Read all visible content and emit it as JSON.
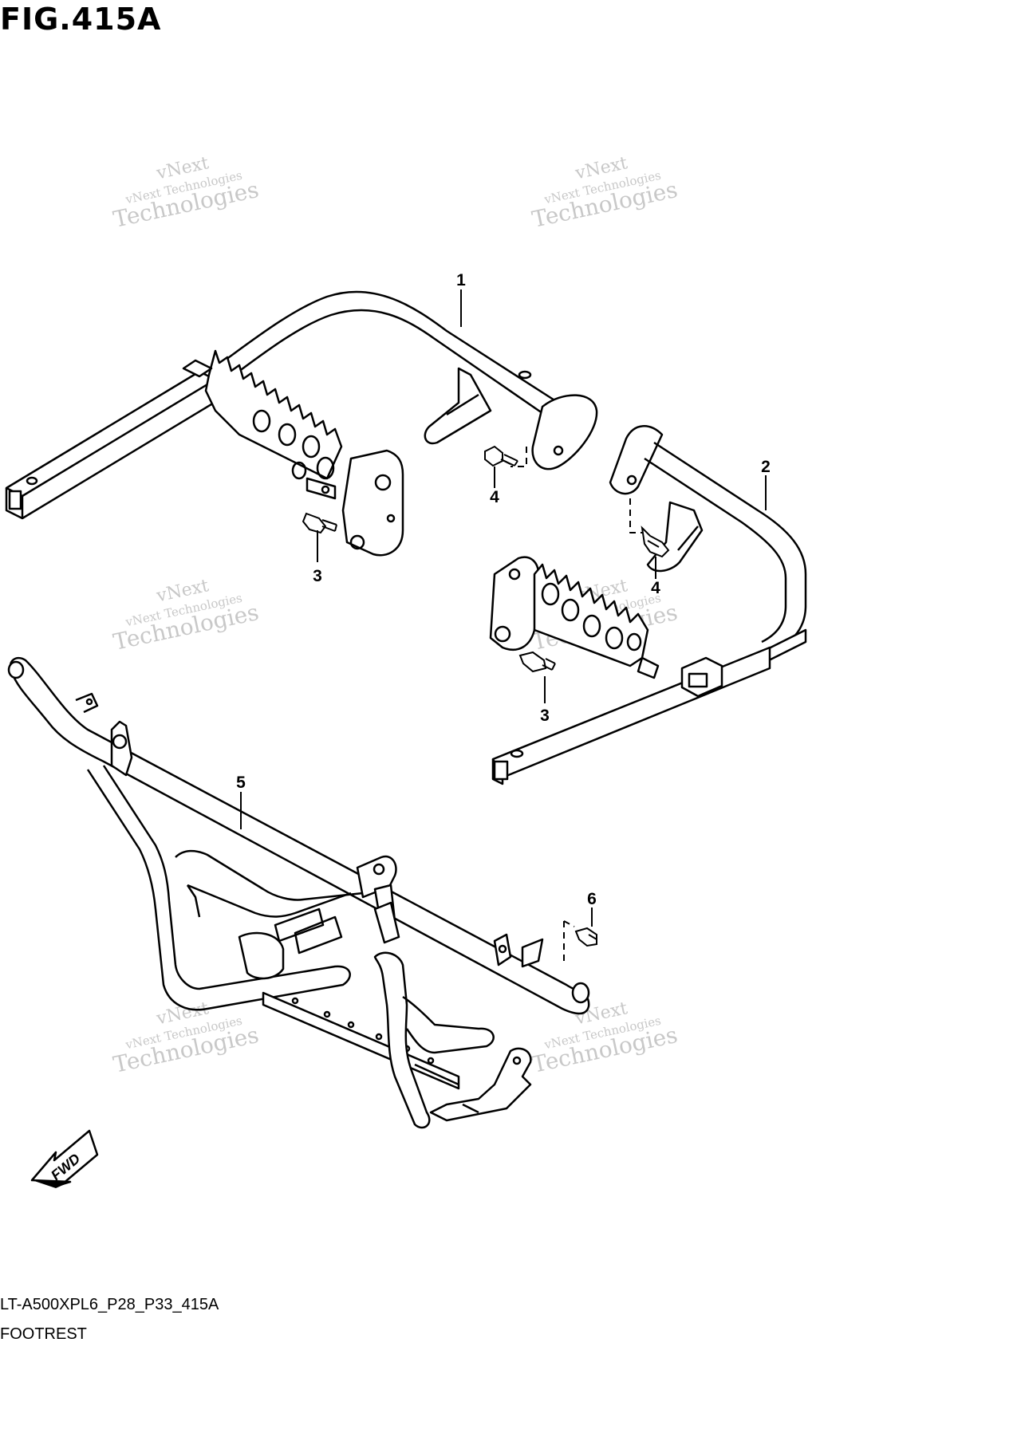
{
  "figure": {
    "title": "FIG.415A",
    "code": "LT-A500XPL6_P28_P33_415A",
    "caption": "FOOTREST"
  },
  "callouts": [
    {
      "id": "1",
      "label": "1"
    },
    {
      "id": "2",
      "label": "2"
    },
    {
      "id": "3a",
      "label": "3"
    },
    {
      "id": "3b",
      "label": "3"
    },
    {
      "id": "4a",
      "label": "4"
    },
    {
      "id": "4b",
      "label": "4"
    },
    {
      "id": "5",
      "label": "5"
    },
    {
      "id": "6",
      "label": "6"
    }
  ],
  "direction_marker": {
    "label": "FWD",
    "icon": "fwd-arrow-icon"
  },
  "watermark": {
    "line1": "vNext",
    "line2": "vNext Technologies",
    "line3": "Technologies"
  }
}
